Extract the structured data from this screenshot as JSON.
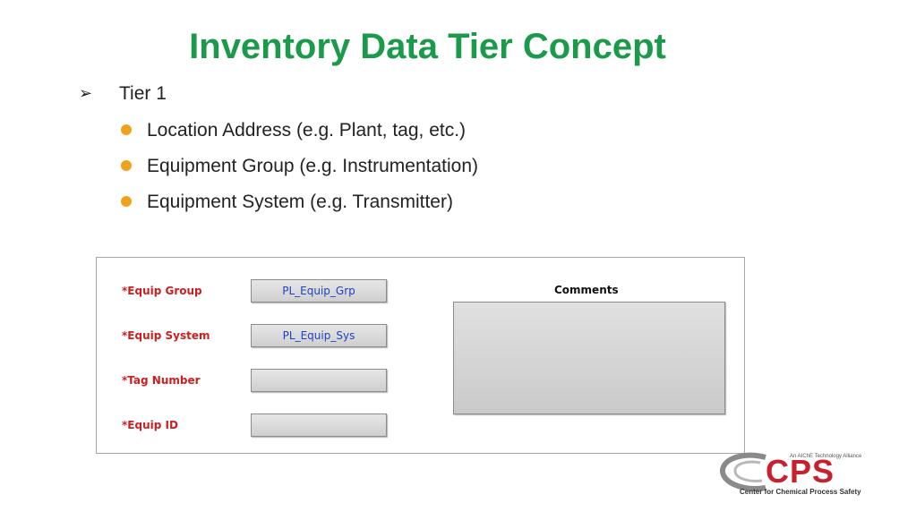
{
  "slide": {
    "title": "Inventory Data Tier Concept",
    "tier": "Tier 1",
    "bullets": [
      "Location Address (e.g. Plant, tag, etc.)",
      "Equipment Group (e.g. Instrumentation)",
      "Equipment System (e.g. Transmitter)"
    ]
  },
  "form": {
    "fields": [
      {
        "label": "*Equip Group",
        "value": "PL_Equip_Grp"
      },
      {
        "label": "*Equip System",
        "value": "PL_Equip_Sys"
      },
      {
        "label": "*Tag Number",
        "value": ""
      },
      {
        "label": "*Equip ID",
        "value": ""
      }
    ],
    "comments_label": "Comments",
    "comments_value": ""
  },
  "logo": {
    "tagline": "An AIChE Technology Alliance",
    "letters": "CPS",
    "name": "Center for Chemical Process Safety"
  },
  "colors": {
    "title": "#1a9a4a",
    "bullet_dot": "#f0a21c",
    "required_label": "#cc1f1f",
    "field_value": "#2040c0",
    "logo_red": "#c9202f"
  },
  "icons": {
    "tier_marker": "arrowhead-icon",
    "bullet_marker": "orange-dot-icon"
  }
}
